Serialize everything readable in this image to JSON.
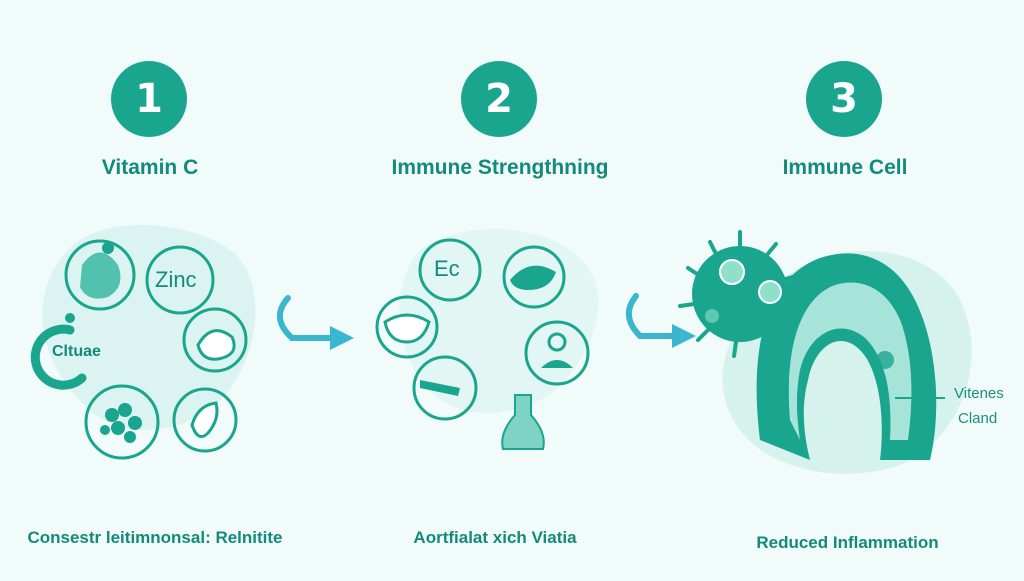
{
  "steps": [
    {
      "number": "1",
      "title": "Vitamin C",
      "caption": "Consestr leitimnonsal: Relnitite"
    },
    {
      "number": "2",
      "title": "Immune Strengthning",
      "caption": "Aortfialat xich Viatia"
    },
    {
      "number": "3",
      "title": "Immune Cell",
      "caption": "Reduced Inflammation"
    }
  ],
  "step1_icons": {
    "zinc": "Zinc",
    "citrus": "Cltuae"
  },
  "step2_icons": {
    "ec": "Ec"
  },
  "step3_labels": {
    "label_top": "Vitenes",
    "label_bottom": "Cland"
  },
  "colors": {
    "accent": "#1aa58e",
    "text": "#138a7c",
    "arrow": "#3bb6cf",
    "background": "#f1fbfa"
  }
}
